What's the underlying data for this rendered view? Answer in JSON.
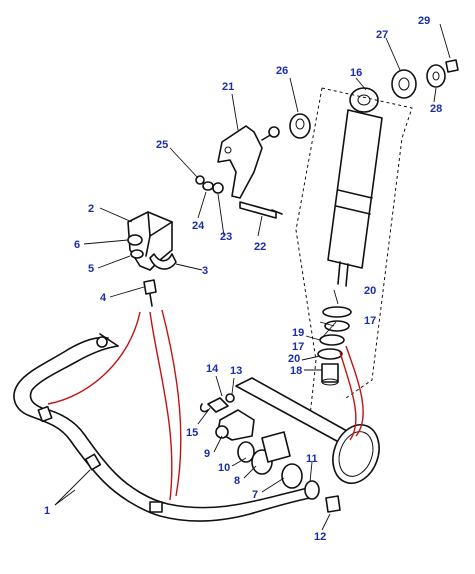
{
  "callouts": [
    {
      "id": "c1",
      "text": "1"
    },
    {
      "id": "c2",
      "text": "2"
    },
    {
      "id": "c3",
      "text": "3"
    },
    {
      "id": "c4",
      "text": "4"
    },
    {
      "id": "c5",
      "text": "5"
    },
    {
      "id": "c6",
      "text": "6"
    },
    {
      "id": "c7",
      "text": "7"
    },
    {
      "id": "c8",
      "text": "8"
    },
    {
      "id": "c9",
      "text": "9"
    },
    {
      "id": "c10",
      "text": "10"
    },
    {
      "id": "c11",
      "text": "11"
    },
    {
      "id": "c12",
      "text": "12"
    },
    {
      "id": "c13",
      "text": "13"
    },
    {
      "id": "c14",
      "text": "14"
    },
    {
      "id": "c15",
      "text": "15"
    },
    {
      "id": "c16",
      "text": "16"
    },
    {
      "id": "c17a",
      "text": "17"
    },
    {
      "id": "c17b",
      "text": "17"
    },
    {
      "id": "c18",
      "text": "18"
    },
    {
      "id": "c19",
      "text": "19"
    },
    {
      "id": "c20a",
      "text": "20"
    },
    {
      "id": "c20b",
      "text": "20"
    },
    {
      "id": "c21",
      "text": "21"
    },
    {
      "id": "c22",
      "text": "22"
    },
    {
      "id": "c23",
      "text": "23"
    },
    {
      "id": "c24",
      "text": "24"
    },
    {
      "id": "c25",
      "text": "25"
    },
    {
      "id": "c26",
      "text": "26"
    },
    {
      "id": "c27",
      "text": "27"
    },
    {
      "id": "c28",
      "text": "28"
    },
    {
      "id": "c29",
      "text": "29"
    }
  ],
  "colors": {
    "callout": "#1a2ea8",
    "highlight": "#c41212",
    "ink": "#111111"
  }
}
